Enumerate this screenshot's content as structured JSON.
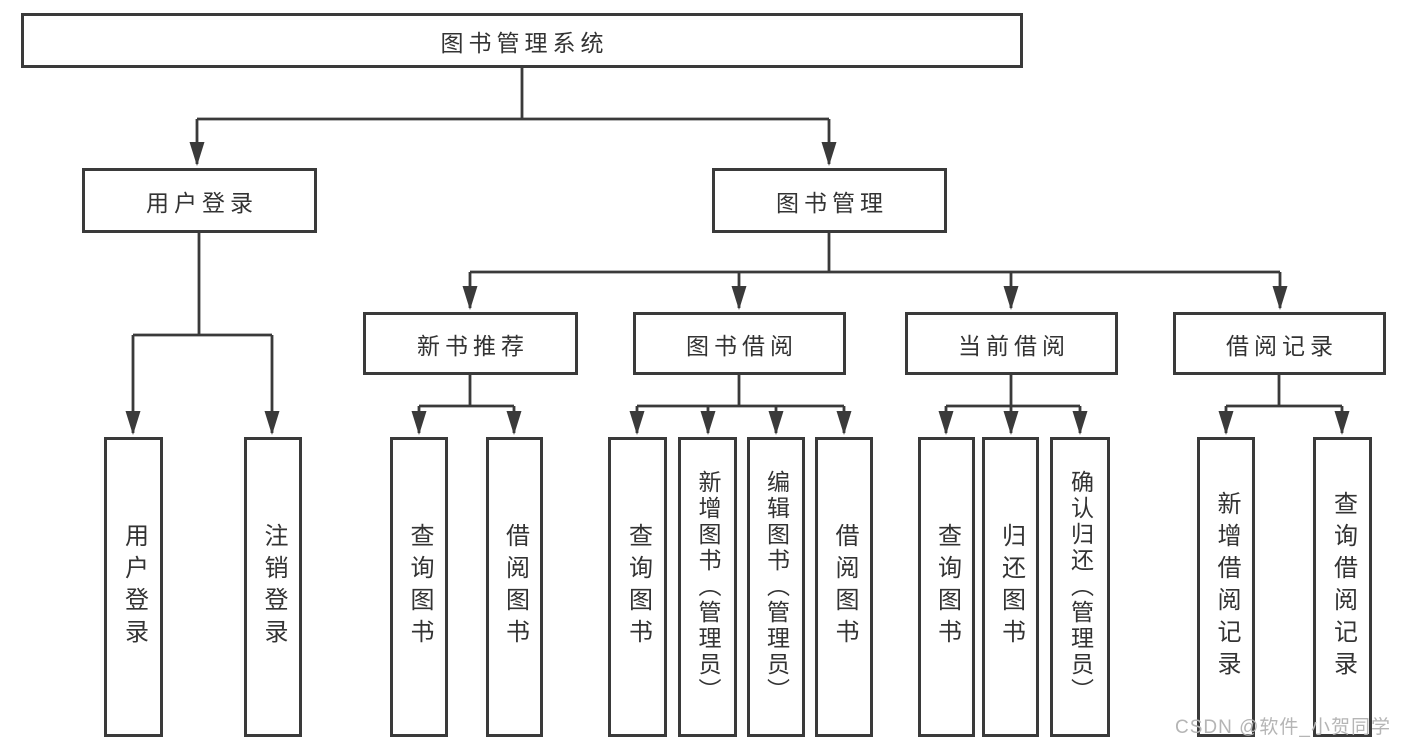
{
  "diagram": {
    "root_label": "图书管理系统",
    "user_section": {
      "label": "用户登录",
      "children": [
        "用户登录",
        "注销登录"
      ]
    },
    "book_section": {
      "label": "图书管理",
      "groups": [
        {
          "label": "新书推荐",
          "children": [
            "查询图书",
            "借阅图书"
          ]
        },
        {
          "label": "图书借阅",
          "children": [
            "查询图书",
            "新增图书（管理员）",
            "编辑图书（管理员）",
            "借阅图书"
          ]
        },
        {
          "label": "当前借阅",
          "children": [
            "查询图书",
            "归还图书",
            "确认归还（管理员）"
          ]
        },
        {
          "label": "借阅记录",
          "children": [
            "新增借阅记录",
            "查询借阅记录"
          ]
        }
      ]
    }
  },
  "watermark": "CSDN @软件_小贺同学",
  "colors": {
    "line": "#3a3a3a",
    "text": "#333333",
    "watermark": "#b5b5b5"
  }
}
